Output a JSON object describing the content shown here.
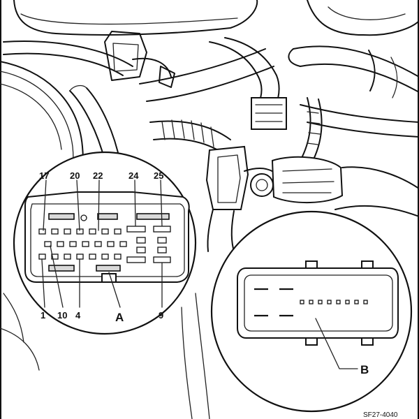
{
  "pin_labels": {
    "p17": "17",
    "p20": "20",
    "p22": "22",
    "p24": "24",
    "p25": "25",
    "p1": "1",
    "p10": "10",
    "p4": "4",
    "pA": "A",
    "p9": "9"
  },
  "detail_label": "B",
  "figure_code": "SF27-4040"
}
